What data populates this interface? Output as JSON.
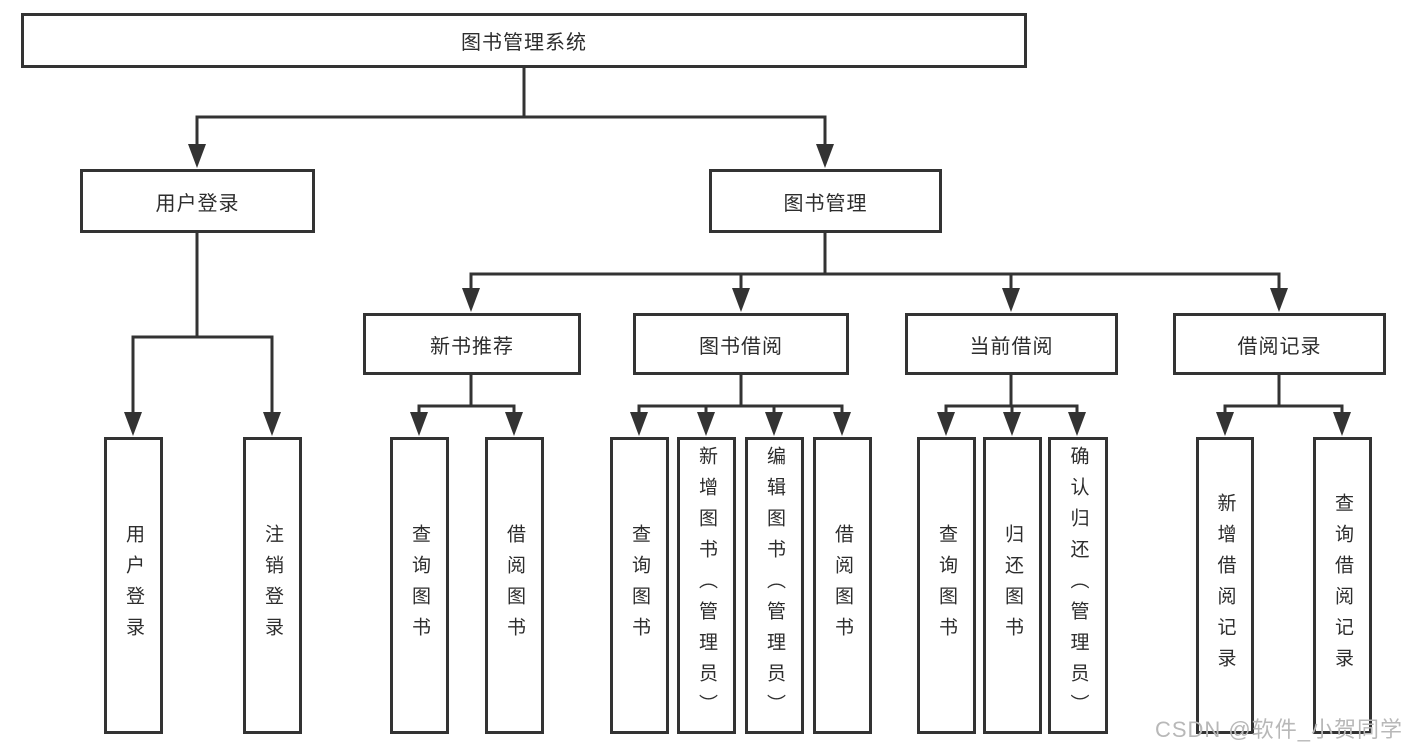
{
  "diagram": {
    "type": "tree",
    "root": {
      "label": "图书管理系统"
    },
    "level2": [
      {
        "label": "用户登录",
        "parent": "图书管理系统"
      },
      {
        "label": "图书管理",
        "parent": "图书管理系统"
      }
    ],
    "level3": [
      {
        "label": "新书推荐",
        "parent": "图书管理"
      },
      {
        "label": "图书借阅",
        "parent": "图书管理"
      },
      {
        "label": "当前借阅",
        "parent": "图书管理"
      },
      {
        "label": "借阅记录",
        "parent": "图书管理"
      }
    ],
    "leaves": [
      {
        "label": "用户登录",
        "parent": "用户登录"
      },
      {
        "label": "注销登录",
        "parent": "用户登录"
      },
      {
        "label": "查询图书",
        "parent": "新书推荐"
      },
      {
        "label": "借阅图书",
        "parent": "新书推荐"
      },
      {
        "label": "查询图书",
        "parent": "图书借阅"
      },
      {
        "label": "新增图书（管理员）",
        "parent": "图书借阅"
      },
      {
        "label": "编辑图书（管理员）",
        "parent": "图书借阅"
      },
      {
        "label": "借阅图书",
        "parent": "图书借阅"
      },
      {
        "label": "查询图书",
        "parent": "当前借阅"
      },
      {
        "label": "归还图书",
        "parent": "当前借阅"
      },
      {
        "label": "确认归还（管理员）",
        "parent": "当前借阅"
      },
      {
        "label": "新增借阅记录",
        "parent": "借阅记录"
      },
      {
        "label": "查询借阅记录",
        "parent": "借阅记录"
      }
    ]
  },
  "watermark": {
    "text": "CSDN @软件_小贺同学"
  },
  "colors": {
    "line": "#333333",
    "box_border": "#333333",
    "text": "#2d2d2d",
    "watermark": "#b8b8b8",
    "background": "#ffffff"
  }
}
